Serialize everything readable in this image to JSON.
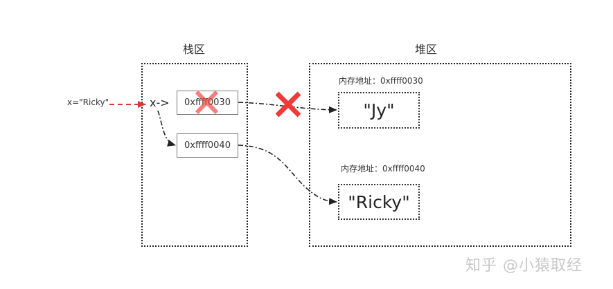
{
  "stack": {
    "title": "栈区",
    "variable": "x->",
    "pointers": [
      {
        "value": "0xffff0030",
        "invalidated": true
      },
      {
        "value": "0xffff0040",
        "invalidated": false
      }
    ]
  },
  "heap": {
    "title": "堆区",
    "objects": [
      {
        "address_label": "内存地址：0xffff0030",
        "value": "\"Jy\""
      },
      {
        "address_label": "内存地址：0xffff0040",
        "value": "\"Ricky\""
      }
    ]
  },
  "assignment": {
    "label": "x=\"Ricky\""
  },
  "colors": {
    "cross": "#f03a3a",
    "assign_arrow": "#e03535",
    "ref_arrow": "#222222"
  },
  "watermark": "知乎 @小猿取经"
}
